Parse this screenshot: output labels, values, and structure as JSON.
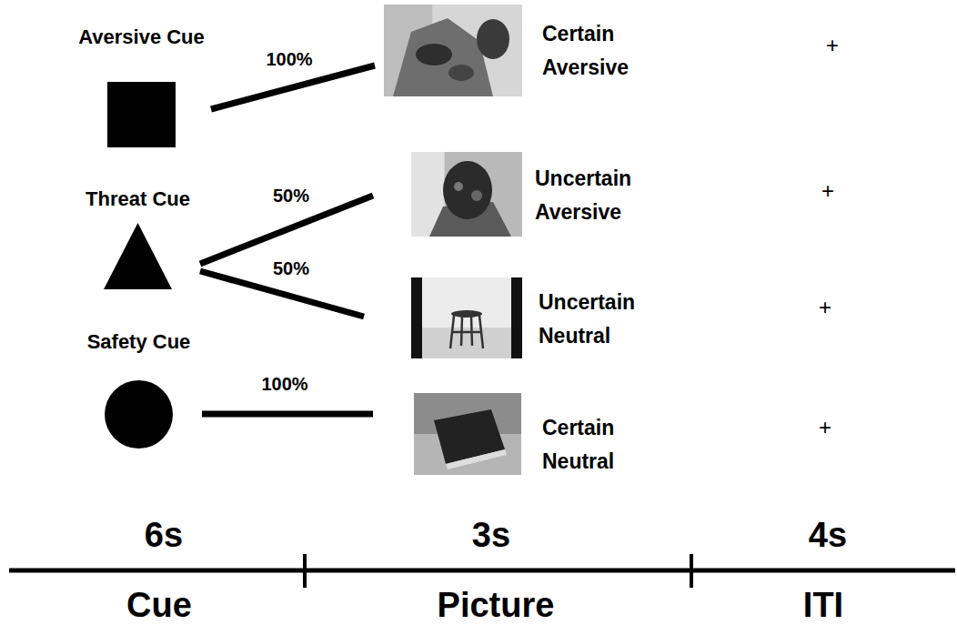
{
  "diagram": {
    "nodes": [
      {
        "text": [
          "Aversive Cue"
        ]
      },
      {
        "text": [
          "Threat Cue"
        ]
      },
      {
        "text": [
          "Safety Cue"
        ]
      },
      {
        "text": [
          "Certain Aversive"
        ]
      },
      {
        "text": [
          "Uncertain Aversive"
        ]
      },
      {
        "text": [
          "Uncertain Neutral"
        ]
      },
      {
        "text": [
          "Certain Neutral"
        ]
      }
    ],
    "edges": [
      {
        "from": 0,
        "to": 3,
        "label": "100%",
        "arrow": "none"
      },
      {
        "from": 1,
        "to": 4,
        "label": "50%",
        "arrow": "none"
      },
      {
        "from": 1,
        "to": 5,
        "label": "50%",
        "arrow": "none"
      },
      {
        "from": 2,
        "to": 6,
        "label": "100%",
        "arrow": "none"
      }
    ],
    "labels": [
      "+",
      "+",
      "+",
      "+",
      "6s",
      "3s",
      "4s",
      "Cue",
      "Picture",
      "ITI"
    ]
  }
}
